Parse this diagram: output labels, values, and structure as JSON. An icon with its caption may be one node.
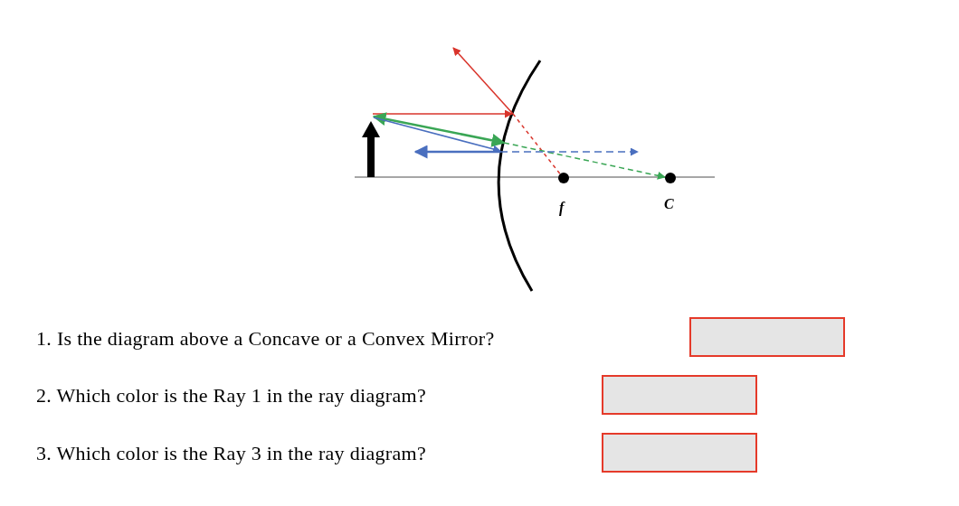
{
  "diagram": {
    "labels": [
      "f",
      "C",
      "1. Is the diagram above a Concave or a Convex Mirror?",
      "2. Which color is the Ray 1 in the ray diagram?",
      "3. Which color is the Ray 3 in the ray diagram?"
    ]
  }
}
